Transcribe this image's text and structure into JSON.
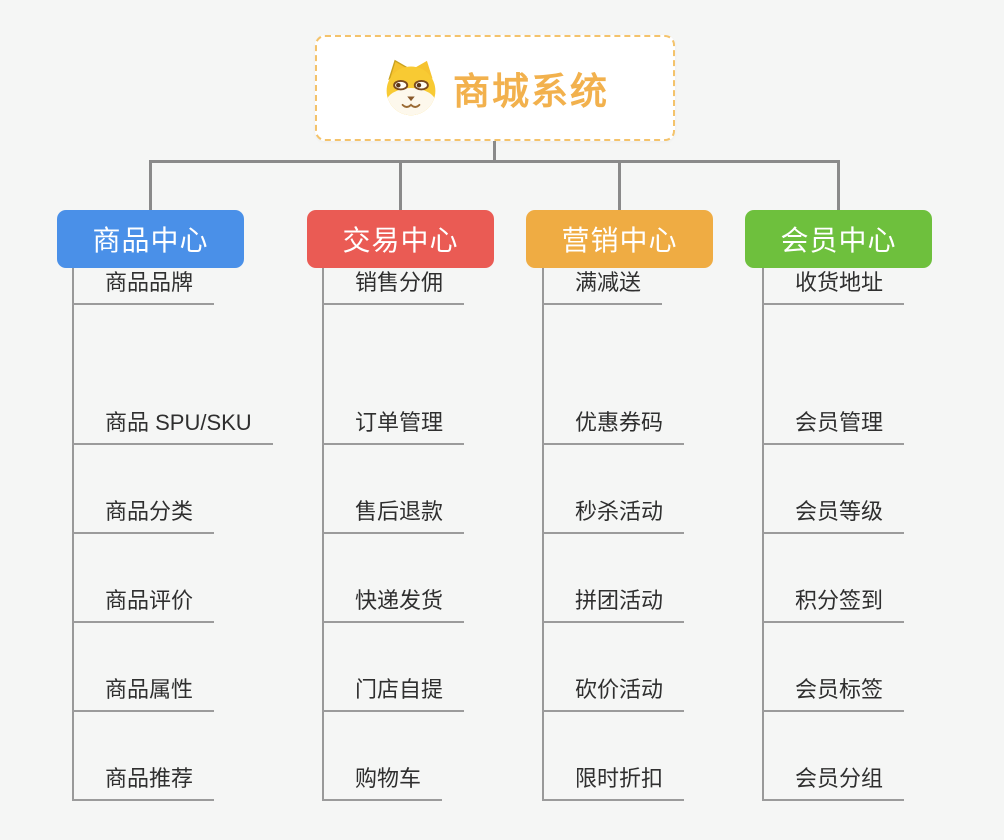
{
  "root": {
    "title": "商城系统",
    "icon": "dog-face-icon"
  },
  "branches": [
    {
      "label": "商品中心",
      "color": "#4a90e8",
      "items": [
        "商品 SPU/SKU",
        "商品分类",
        "商品评价",
        "商品属性",
        "商品推荐",
        "商品品牌"
      ]
    },
    {
      "label": "交易中心",
      "color": "#ea5b54",
      "items": [
        "订单管理",
        "售后退款",
        "快递发货",
        "门店自提",
        "购物车",
        "销售分佣"
      ]
    },
    {
      "label": "营销中心",
      "color": "#efac43",
      "items": [
        "优惠券码",
        "秒杀活动",
        "拼团活动",
        "砍价活动",
        "限时折扣",
        "满减送"
      ]
    },
    {
      "label": "会员中心",
      "color": "#6ec03d",
      "items": [
        "会员管理",
        "会员等级",
        "积分签到",
        "会员标签",
        "会员分组",
        "收货地址"
      ]
    }
  ],
  "colors": {
    "background": "#f5f6f5",
    "root_accent": "#f2b14d",
    "root_border": "#f4c36b",
    "connector": "#8a8a8a",
    "leaf_line": "#9b9b9b",
    "leaf_text": "#2f2f2f",
    "branch_text": "#ffffff"
  }
}
